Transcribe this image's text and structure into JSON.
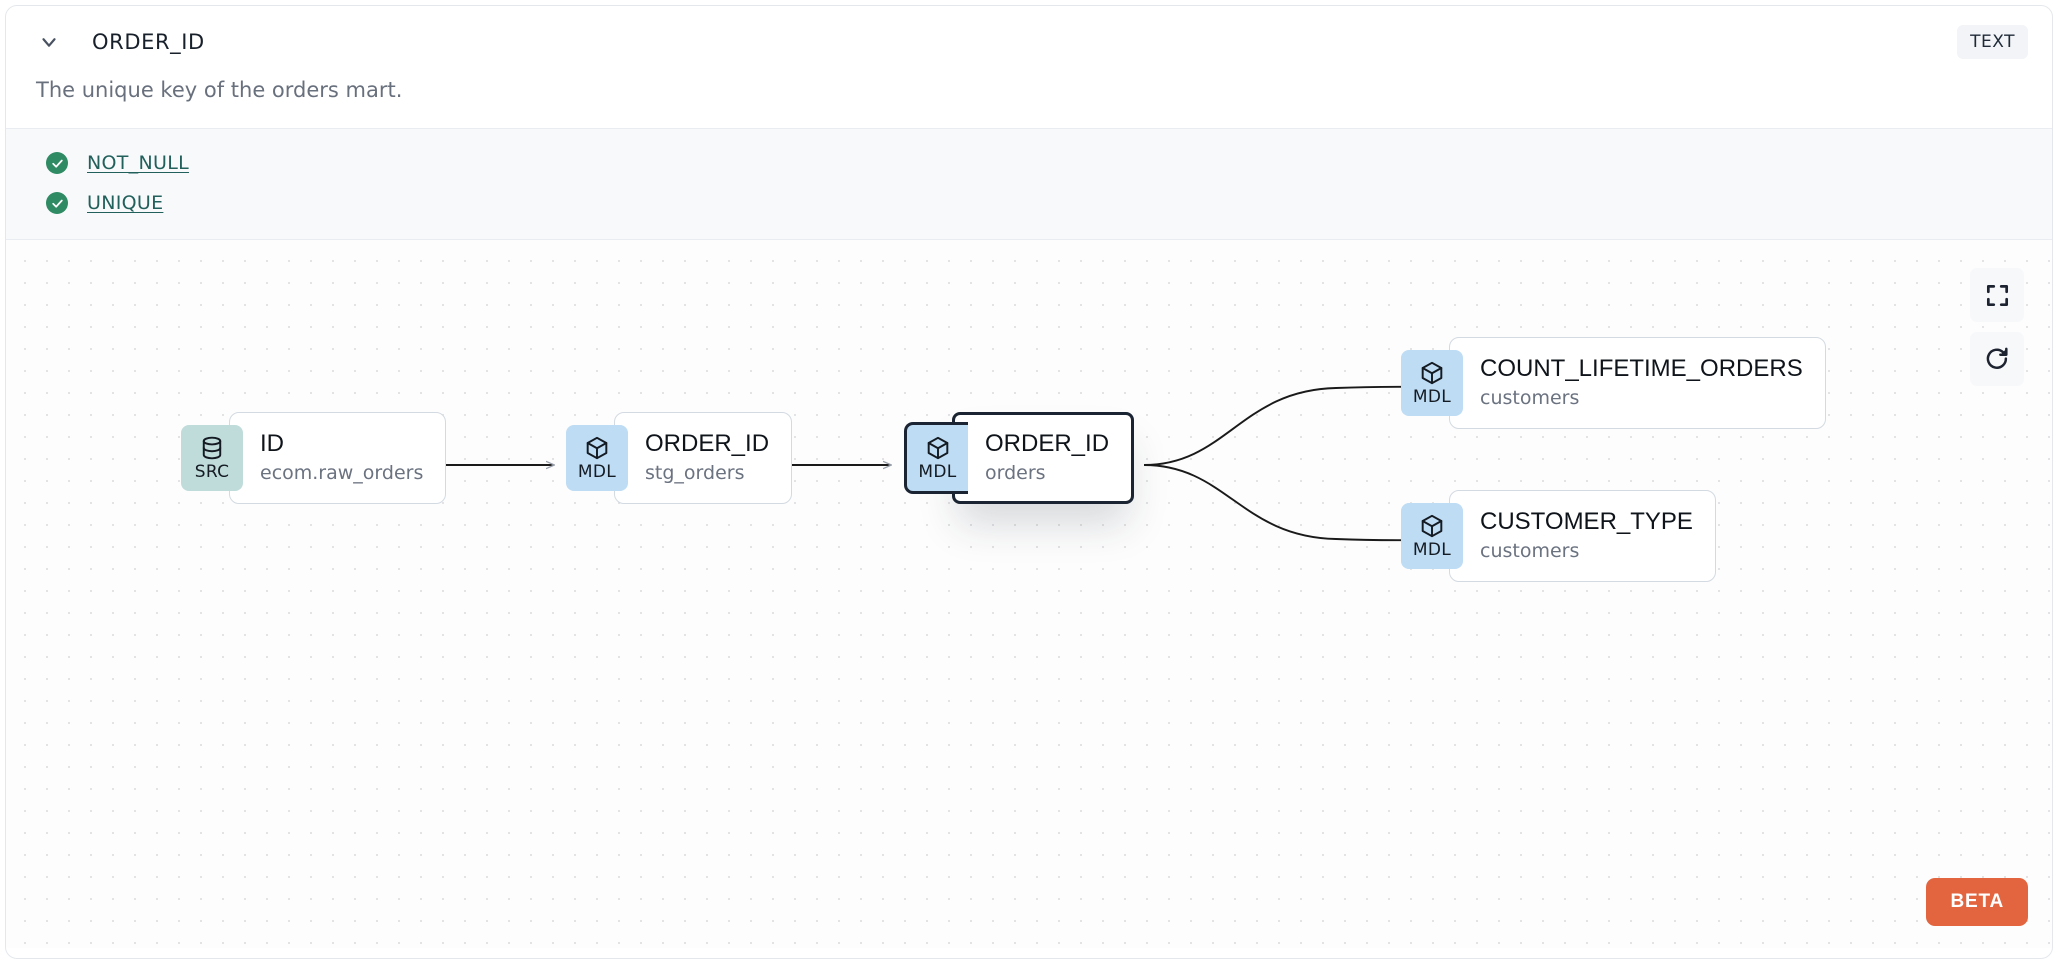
{
  "header": {
    "expand_chevron": "chevron-down-icon",
    "column_name": "ORDER_ID",
    "data_type": "TEXT"
  },
  "description": "The unique key of the orders mart.",
  "tests": [
    {
      "status_icon": "check-circle-icon",
      "label": "NOT_NULL"
    },
    {
      "status_icon": "check-circle-icon",
      "label": "UNIQUE"
    }
  ],
  "lineage": {
    "nodes": [
      {
        "id": "src-id",
        "badge": "SRC",
        "badge_icon": "database-icon",
        "name": "ID",
        "model": "ecom.raw_orders",
        "selected": false
      },
      {
        "id": "stg-order-id",
        "badge": "MDL",
        "badge_icon": "cube-icon",
        "name": "ORDER_ID",
        "model": "stg_orders",
        "selected": false
      },
      {
        "id": "orders-order-id",
        "badge": "MDL",
        "badge_icon": "cube-icon",
        "name": "ORDER_ID",
        "model": "orders",
        "selected": true
      },
      {
        "id": "count-lifetime",
        "badge": "MDL",
        "badge_icon": "cube-icon",
        "name": "COUNT_LIFETIME_ORDERS",
        "model": "customers",
        "selected": false
      },
      {
        "id": "customer-type",
        "badge": "MDL",
        "badge_icon": "cube-icon",
        "name": "CUSTOMER_TYPE",
        "model": "customers",
        "selected": false
      }
    ],
    "controls": [
      {
        "name": "fit-view-button",
        "icon": "fullscreen-icon"
      },
      {
        "name": "refresh-button",
        "icon": "refresh-icon"
      }
    ],
    "beta_label": "BETA"
  },
  "colors": {
    "src_badge": "#bfdcdb",
    "mdl_badge": "#bedcf4",
    "test_pass": "#2e8b63",
    "test_link": "#22605c",
    "beta_bg": "#e3653f",
    "selected_border": "#1b2433"
  }
}
